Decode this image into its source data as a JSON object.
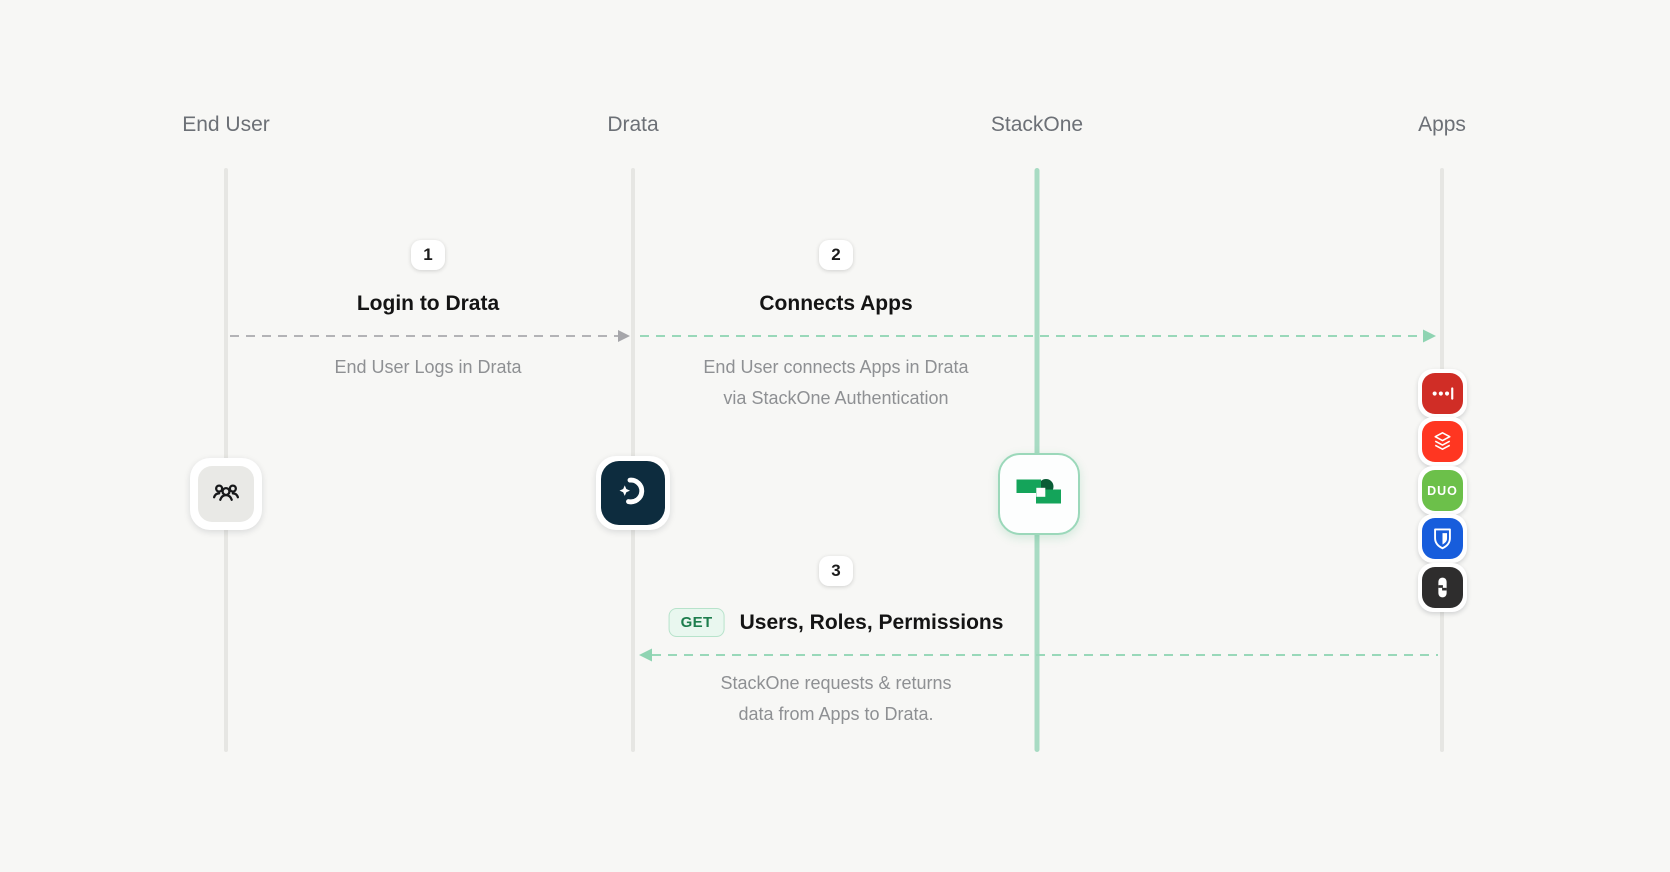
{
  "page": {
    "background": "#f7f7f5"
  },
  "lanes": [
    {
      "id": "end-user",
      "label": "End User"
    },
    {
      "id": "drata",
      "label": "Drata"
    },
    {
      "id": "stackone",
      "label": "StackOne"
    },
    {
      "id": "apps",
      "label": "Apps"
    }
  ],
  "steps": [
    {
      "number": "1",
      "title": "Login to Drata",
      "description_lines": [
        "End User Logs in Drata"
      ],
      "arrow": {
        "from": "end-user",
        "to": "drata",
        "direction": "right",
        "style": "dashed",
        "color": "gray"
      }
    },
    {
      "number": "2",
      "title": "Connects Apps",
      "description_lines": [
        "End User connects Apps in Drata",
        "via StackOne Authentication"
      ],
      "arrow": {
        "from": "drata",
        "to": "apps",
        "direction": "right",
        "style": "dashed",
        "color": "teal"
      }
    },
    {
      "number": "3",
      "method": "GET",
      "title": "Users, Roles, Permissions",
      "description_lines": [
        "StackOne requests & returns",
        "data from Apps to Drata."
      ],
      "arrow": {
        "from": "apps",
        "to": "drata",
        "direction": "left",
        "style": "dashed",
        "color": "teal"
      }
    }
  ],
  "icons": {
    "end_user": "group-icon",
    "drata": "drata-logo",
    "stackone": "stackone-logo",
    "apps": [
      "lastpass-icon",
      "databricks-icon",
      "duo-icon",
      "bitwarden-icon",
      "1password-icon"
    ],
    "duo_label": "DUO"
  },
  "colors": {
    "background": "#f7f7f5",
    "lifeline_gray": "#e6e6e3",
    "lifeline_teal": "#a8dbc3",
    "arrow_gray": "#b3b3b6",
    "arrow_teal": "#99d8b9",
    "header_text": "#6c7076",
    "title_text": "#141414",
    "subtitle_text": "#8e9093",
    "get_chip_bg": "#e9f7ef",
    "get_chip_border": "#b7e3cb",
    "get_chip_text": "#1e7e4e",
    "drata_tile": "#0d2c3e",
    "stackone_green": "#14a45a",
    "stackone_dark_green": "#0a5c36",
    "lastpass_red": "#d02d26",
    "databricks_red": "#ff3621",
    "duo_green": "#6cc04a",
    "bitwarden_blue": "#175ddc",
    "onepassword_dark": "#2e2d2d"
  }
}
